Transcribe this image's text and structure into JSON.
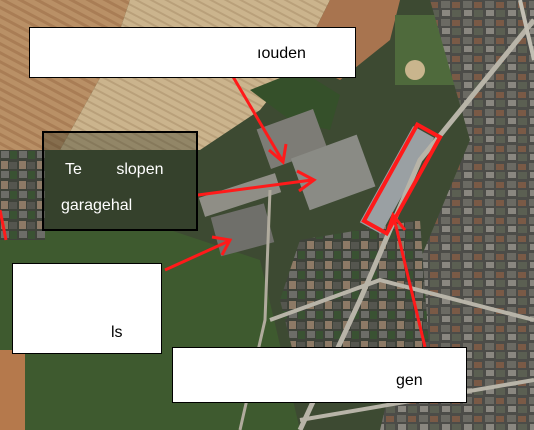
{
  "labels": {
    "top": "ıouden",
    "garage_line1": "Te slopen",
    "garage_line2": "garagehal",
    "left": "ls",
    "bottom": "gen"
  },
  "colors": {
    "annotation_red": "#ff1a1a",
    "label_fill": "#ffffff",
    "label_border": "#000000"
  }
}
